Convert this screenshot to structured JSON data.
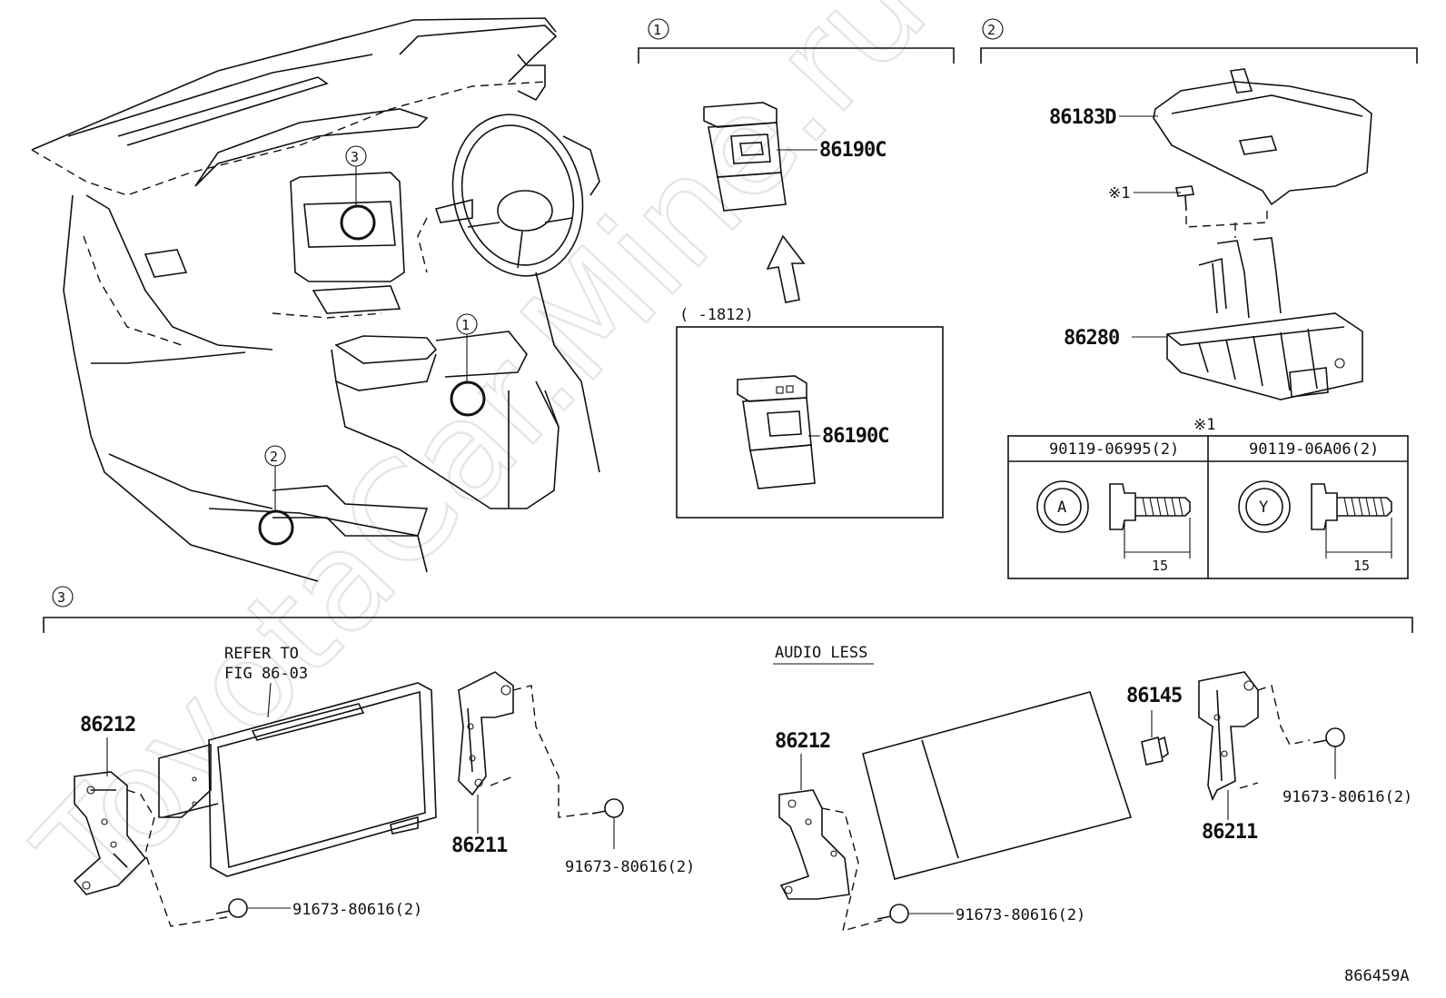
{
  "watermark": "ToyotaCar.Mine.ru",
  "sections": {
    "s1_marker": "1",
    "s2_marker": "2",
    "s3_marker": "3"
  },
  "overview": {
    "markers": [
      "3",
      "1",
      "2"
    ]
  },
  "section1": {
    "part_upper": "86190C",
    "variant_range": "(      -1812)",
    "part_lower": "86190C"
  },
  "section2": {
    "cover_part": "86183D",
    "screw_ref": "※1",
    "module_part": "86280",
    "table": {
      "ref_mark": "※1",
      "col1_header": "90119-06995(2)",
      "col2_header": "90119-06A06(2)",
      "col1_head_letter": "A",
      "col2_head_letter": "Y",
      "col1_length": "15",
      "col2_length": "15"
    }
  },
  "section3": {
    "refer_line1": "REFER TO",
    "refer_line2": "FIG 86-03",
    "left": {
      "bracket_l": "86212",
      "bracket_r": "86211",
      "screw_l": "91673-80616(2)",
      "screw_r": "91673-80616(2)"
    },
    "audio_less_label": "AUDIO LESS",
    "right": {
      "bracket_l": "86212",
      "cap": "86145",
      "bracket_r": "86211",
      "screw_l": "91673-80616(2)",
      "screw_r": "91673-80616(2)"
    }
  },
  "figure_code": "866459A"
}
